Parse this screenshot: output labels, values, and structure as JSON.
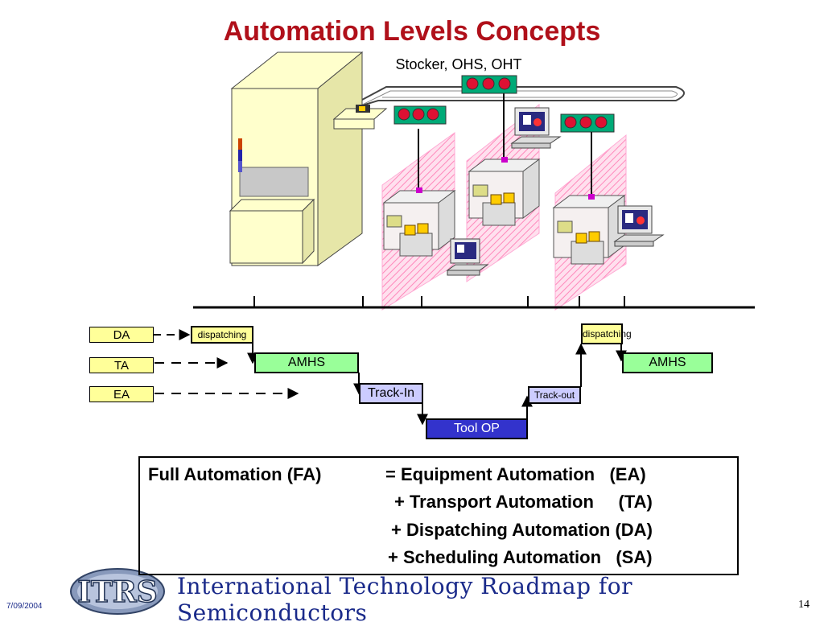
{
  "title": "Automation Levels Concepts",
  "subtitle": "Stocker, OHS, OHT",
  "levels": {
    "da": "DA",
    "ta": "TA",
    "ea": "EA"
  },
  "stages": {
    "dispatching_1": "dispatching",
    "amhs_1": "AMHS",
    "track_in": "Track-In",
    "tool_op": "Tool OP",
    "track_out": "Track-out",
    "dispatching_2": "dispatching",
    "amhs_2": "AMHS"
  },
  "full_automation": {
    "line1_left": "Full Automation (FA)",
    "line1_right": "= Equipment Automation   (EA)",
    "line2": "+ Transport Automation     (TA)",
    "line3": "+ Dispatching Automation (DA)",
    "line4": "+ Scheduling Automation   (SA)"
  },
  "footer": {
    "logo_text": "ITRS",
    "org": "International Technology Roadmap for Semiconductors",
    "date": "7/09/2004",
    "page": "14"
  },
  "colors": {
    "title": "#b0101a",
    "level_box": "#ffff99",
    "amhs": "#99ff99",
    "track": "#ccccff",
    "tool_op": "#3333cc",
    "stocker": "#ffffcc",
    "curtain": "#ff99cc"
  }
}
